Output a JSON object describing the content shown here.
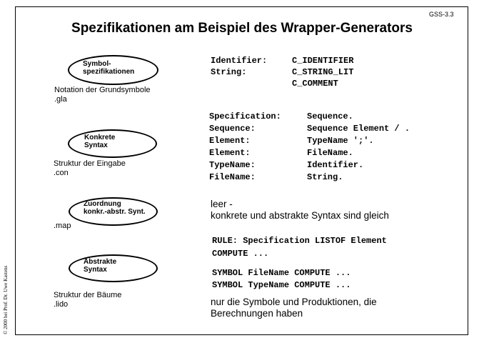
{
  "slide_id": "GSS-3.3",
  "title": "Spezifikationen am Beispiel des Wrapper-Generators",
  "copyright": "© 2000 bei Prof. Dr. Uwe Kastens",
  "diagram": [
    {
      "label": "Symbol-\nspezifikationen",
      "caption": "Notation der Grundsymbole\n.gla"
    },
    {
      "label": "Konkrete\nSyntax",
      "caption": "Struktur der Eingabe\n.con"
    },
    {
      "label": "Zuordnung\nkonkr.-abstr. Synt.",
      "caption": ".map"
    },
    {
      "label": "Abstrakte\nSyntax",
      "caption": "Struktur der Bäume\n.lido"
    }
  ],
  "gla_spec": [
    {
      "key": "Identifier:",
      "value": "C_IDENTIFIER"
    },
    {
      "key": "String:",
      "value": "C_STRING_LIT"
    },
    {
      "key": "",
      "value": "C_COMMENT"
    }
  ],
  "con_spec": [
    {
      "lhs": "Specification:",
      "rhs": "Sequence."
    },
    {
      "lhs": "Sequence:",
      "rhs": "Sequence Element / ."
    },
    {
      "lhs": "Element:",
      "rhs": "TypeName ';'."
    },
    {
      "lhs": "Element:",
      "rhs": "FileName."
    },
    {
      "lhs": "TypeName:",
      "rhs": "Identifier."
    },
    {
      "lhs": "FileName:",
      "rhs": "String."
    }
  ],
  "map_text": "leer -\nkonkrete und abstrakte Syntax sind gleich",
  "lido_spec": [
    "RULE: Specification LISTOF Element",
    "COMPUTE ...",
    "SYMBOL FileName COMPUTE ...",
    "SYMBOL TypeName COMPUTE ..."
  ],
  "lido_text": "nur die Symbole und Produktionen, die\nBerechnungen haben"
}
